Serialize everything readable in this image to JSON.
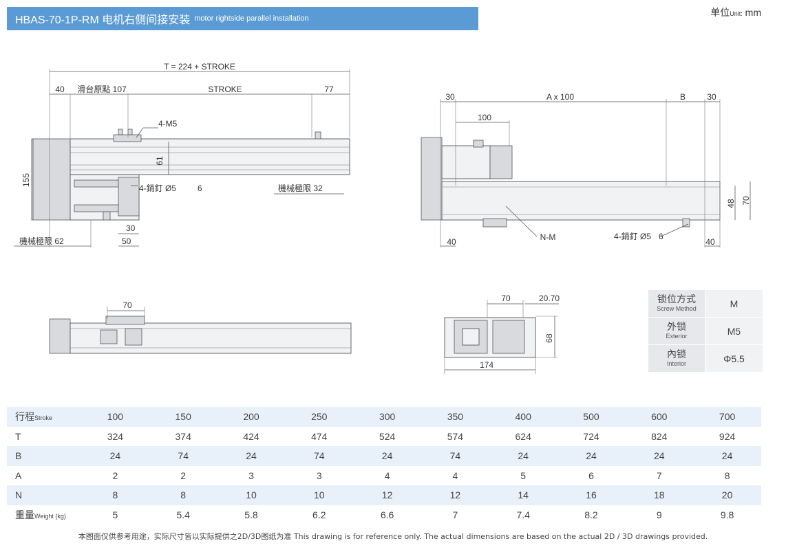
{
  "header": {
    "title_main": "HBAS-70-1P-RM 电机右侧间接安装",
    "title_sub": "motor rightside parallel installation",
    "unit_cn": "单位",
    "unit_en": "Unit:",
    "unit_mm": "mm"
  },
  "drawing_top_left": {
    "dim_total": "T = 224 + STROKE",
    "dim_40": "40",
    "dim_origin": "滑台原點 107",
    "dim_stroke": "STROKE",
    "dim_77": "77",
    "label_m5": "4-M5",
    "dim_61": "61",
    "dim_155": "155",
    "label_pin": "4-銷釘 Ø5",
    "label_pin_depth": "6",
    "label_mech32": "機械極限 32",
    "dim_30": "30",
    "dim_50": "50",
    "label_mech62": "機械極限 62"
  },
  "drawing_top_right": {
    "dim_30a": "30",
    "dim_ax100": "A x 100",
    "dim_b": "B",
    "dim_30b": "30",
    "dim_100": "100",
    "dim_48": "48",
    "dim_70": "70",
    "dim_40a": "40",
    "label_nm": "N-M",
    "label_pin": "4-銷釘 Ø5",
    "label_pin_depth": "6",
    "dim_40b": "40"
  },
  "drawing_bottom_left": {
    "dim_70": "70"
  },
  "drawing_bottom_right": {
    "dim_70": "70",
    "dim_2070": "20.70",
    "dim_68": "68",
    "dim_174": "174"
  },
  "screw_table": [
    {
      "label": "锁位方式",
      "sub": "Screw Method",
      "value": "M"
    },
    {
      "label": "外锁",
      "sub": "Exterior",
      "value": "M5"
    },
    {
      "label": "內锁",
      "sub": "Interior",
      "value": "Φ5.5"
    }
  ],
  "spec_table": {
    "rows": [
      {
        "label": "行程",
        "sub": "Stroke",
        "values": [
          "100",
          "150",
          "200",
          "250",
          "300",
          "350",
          "400",
          "500",
          "600",
          "700"
        ]
      },
      {
        "label": "T",
        "sub": "",
        "values": [
          "324",
          "374",
          "424",
          "474",
          "524",
          "574",
          "624",
          "724",
          "824",
          "924"
        ]
      },
      {
        "label": "B",
        "sub": "",
        "values": [
          "24",
          "74",
          "24",
          "74",
          "24",
          "74",
          "24",
          "24",
          "24",
          "24"
        ]
      },
      {
        "label": "A",
        "sub": "",
        "values": [
          "2",
          "2",
          "3",
          "3",
          "4",
          "4",
          "5",
          "6",
          "7",
          "8"
        ]
      },
      {
        "label": "N",
        "sub": "",
        "values": [
          "8",
          "8",
          "10",
          "10",
          "12",
          "12",
          "14",
          "16",
          "18",
          "20"
        ]
      },
      {
        "label": "重量",
        "sub": "Weight (kg)",
        "values": [
          "5",
          "5.4",
          "5.8",
          "6.2",
          "6.6",
          "7",
          "7.4",
          "8.2",
          "9",
          "9.8"
        ]
      }
    ]
  },
  "footer": {
    "text": "本图面仅供参考用途，实际尺寸皆以实际提供之2D/3D图纸为准 This drawing is for reference only. The actual dimensions are based on the actual 2D / 3D drawings provided."
  }
}
